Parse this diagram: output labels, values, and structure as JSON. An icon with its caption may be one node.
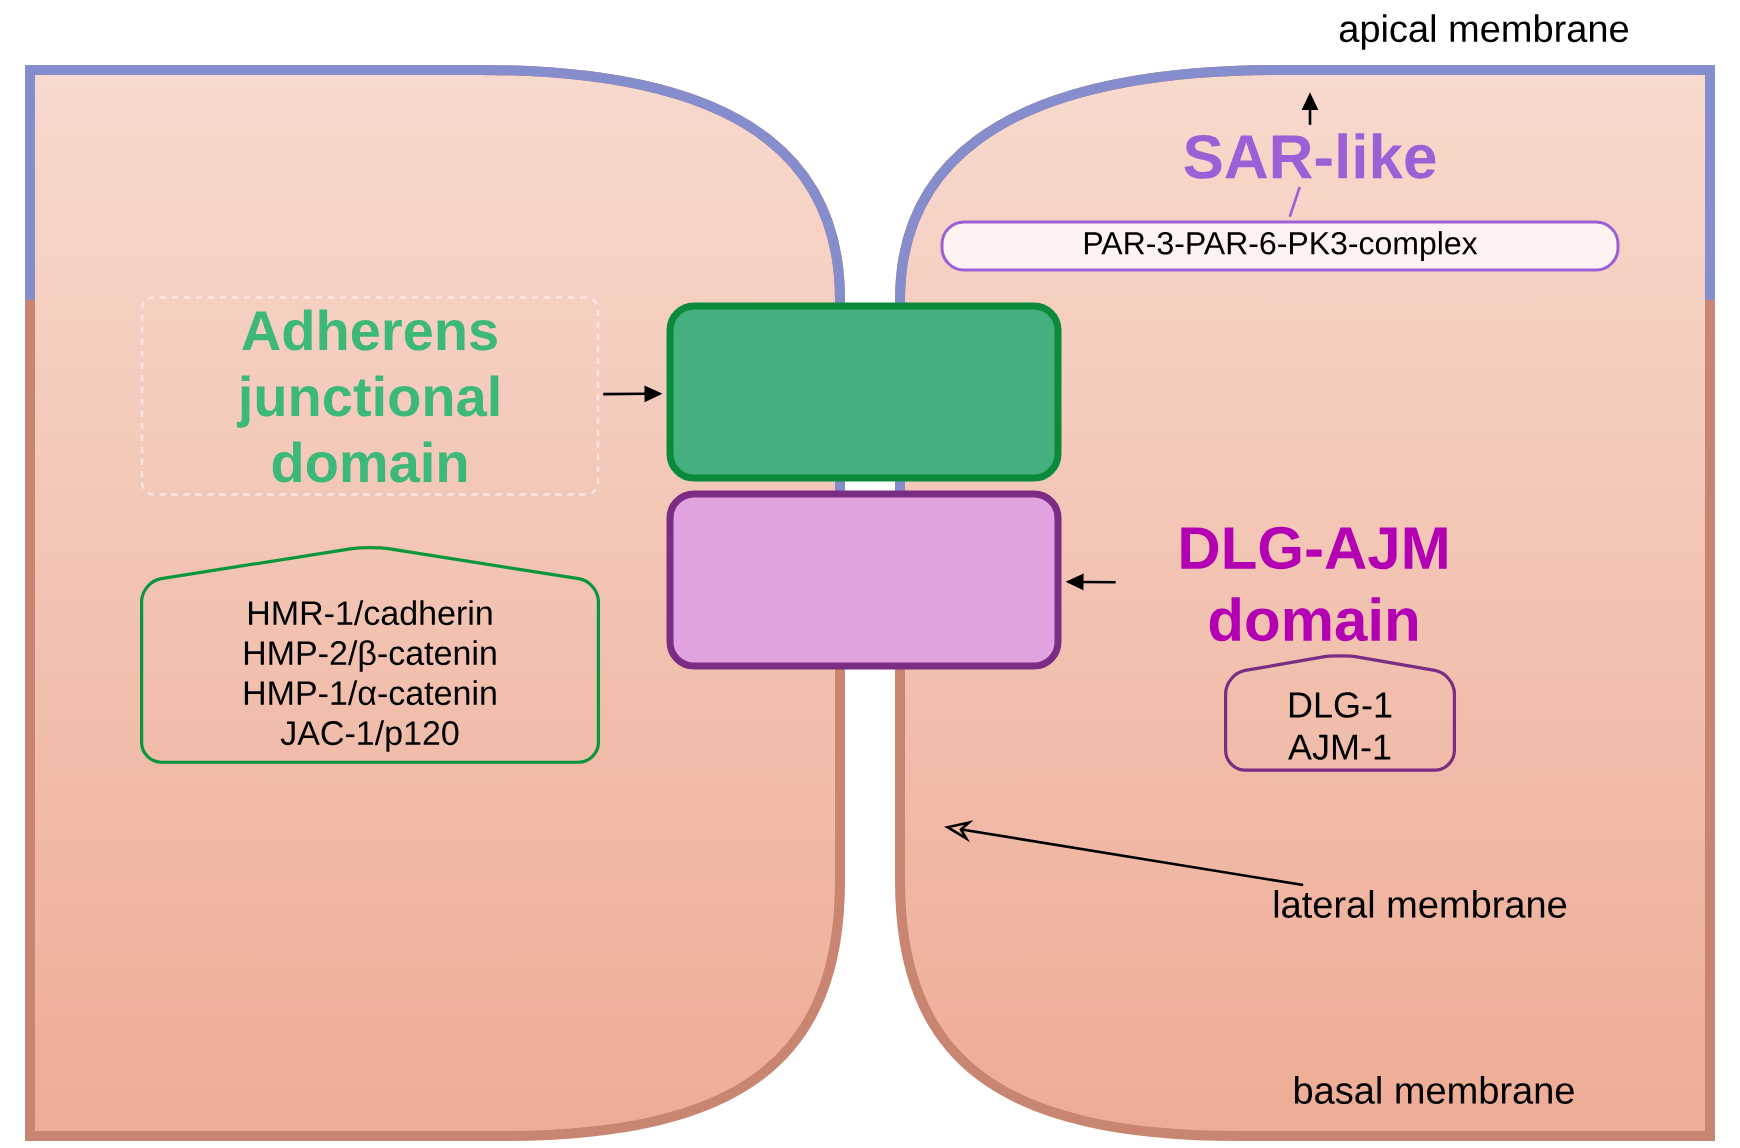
{
  "diagram": {
    "nodes": [
      {
        "text": [
          "Adherens junctional domain"
        ]
      },
      {
        "text": [],
        "shape": "box"
      },
      {
        "text": [],
        "shape": "box"
      },
      {
        "text": [
          "DLG-AJM domain"
        ]
      },
      {
        "text": [
          "SAR-like"
        ]
      },
      {
        "text": [
          "PAR-3-PAR-6-PK3-complex"
        ]
      },
      {
        "text": [
          "HMR-1/cadherin",
          "HMP-2/β-catenin",
          "HMP-1/α-catenin",
          "JAC-1/p120"
        ]
      },
      {
        "text": [
          "DLG-1",
          "AJM-1"
        ]
      },
      {
        "text": [
          "lateral membrane"
        ]
      }
    ],
    "edges": [
      {
        "from": 0,
        "to": 1,
        "arrow": "to"
      },
      {
        "from": 3,
        "to": 2,
        "arrow": "to"
      },
      {
        "from": 4,
        "to": null,
        "arrow": "to"
      },
      {
        "from": 4,
        "to": 5,
        "arrow": "none",
        "color": "#9b5fd6"
      },
      {
        "from": 8,
        "to": null,
        "arrow": "to"
      }
    ],
    "labels": [
      "apical membrane",
      "basal membrane"
    ]
  }
}
